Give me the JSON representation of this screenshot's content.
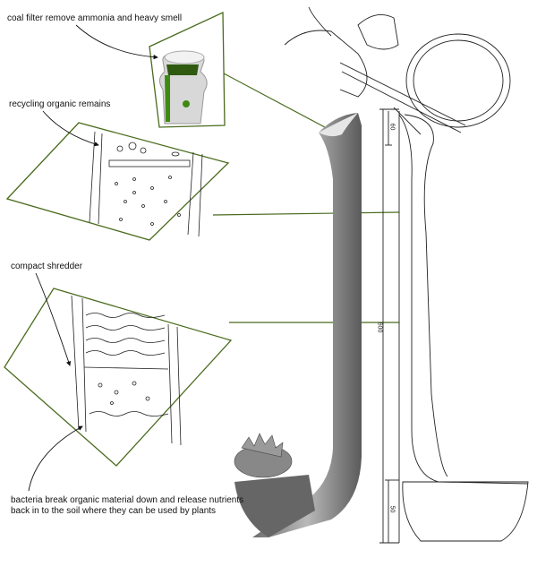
{
  "annotations": {
    "coal_filter": "coal filter remove ammonia and heavy smell",
    "recycling": "recycling organic remains",
    "shredder": "compact shredder",
    "bacteria_line1": "bacteria break organic material down and release nutrients",
    "bacteria_line2": "back in to the soil where they can be used by plants"
  },
  "dimensions": {
    "top": "60",
    "total": "600",
    "bottom": "50"
  },
  "colors": {
    "accent_green": "#4a6b1e",
    "filter_green": "#3f8a12",
    "device_grey": "#8a8a8a"
  }
}
